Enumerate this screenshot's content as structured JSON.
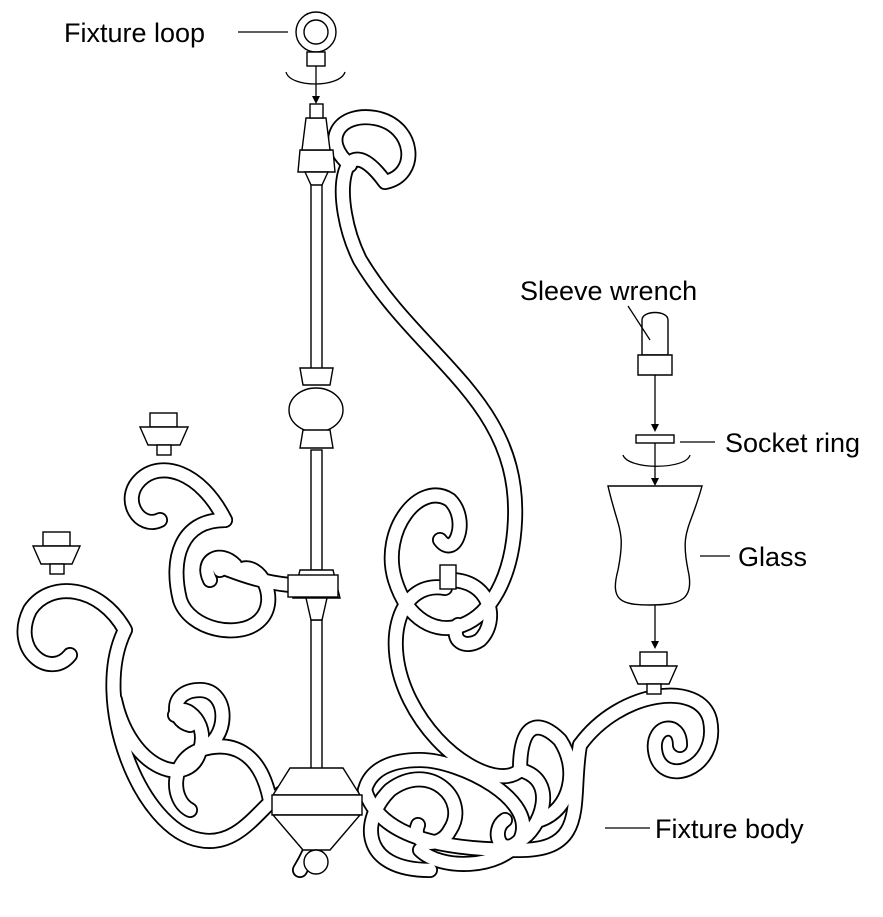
{
  "labels": {
    "fixture_loop": "Fixture loop",
    "sleeve_wrench": "Sleeve wrench",
    "socket_ring": "Socket ring",
    "glass": "Glass",
    "fixture_body": "Fixture body"
  }
}
